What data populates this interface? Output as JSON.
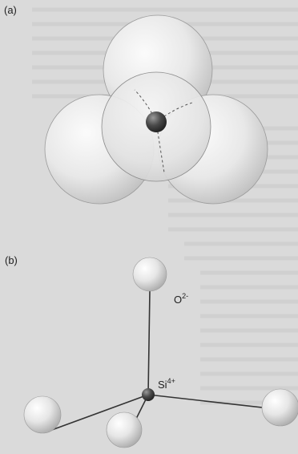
{
  "figure": {
    "panel_a_label": "(a)",
    "panel_b_label": "(b)",
    "oxygen_label": "O",
    "oxygen_charge": "2-",
    "silicon_label": "Si",
    "silicon_charge": "4+"
  },
  "colors": {
    "background": "#dadada",
    "sphere_light": "#f4f4f4",
    "sphere_shade": "#bdbdbd",
    "silicon_dark": "#3a3a3a",
    "bond": "#333333"
  }
}
